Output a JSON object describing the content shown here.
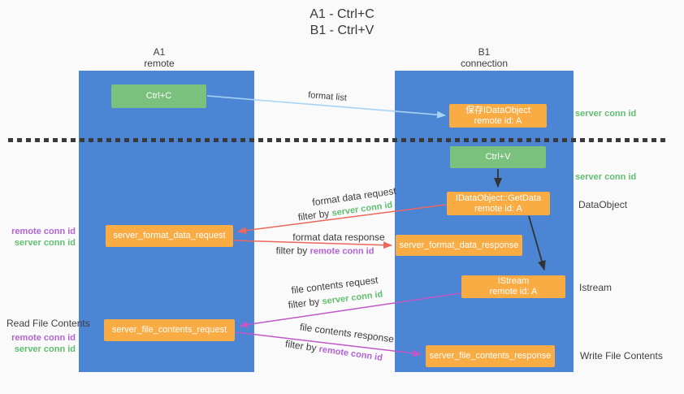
{
  "title": {
    "line1": "A1 - Ctrl+C",
    "line2": "B1 - Ctrl+V"
  },
  "lanes": {
    "a1": {
      "name": "A1",
      "role": "remote"
    },
    "b1": {
      "name": "B1",
      "role": "connection"
    }
  },
  "nodes": {
    "ctrl_c": {
      "label": "Ctrl+C"
    },
    "save_idataobject": {
      "line1": "保存IDataObject",
      "line2": "remote id: A"
    },
    "ctrl_v": {
      "label": "Ctrl+V"
    },
    "getdata": {
      "line1": "IDataObject::GetData",
      "line2": "remote id: A"
    },
    "format_request": {
      "label": "server_format_data_request"
    },
    "format_response": {
      "label": "server_format_data_response"
    },
    "istream": {
      "line1": "IStream",
      "line2": "remote id: A"
    },
    "file_request": {
      "label": "server_file_contents_request"
    },
    "file_response": {
      "label": "server_file_contents_response"
    }
  },
  "flow_labels": {
    "format_list": "format list",
    "format_data_request": "format data request",
    "format_data_response": "format data response",
    "file_contents_request": "file contents request",
    "file_contents_response": "file contents response",
    "filter_by": "filter by",
    "server_conn_id": "server conn id",
    "remote_conn_id": "remote conn id"
  },
  "side_labels": {
    "server_conn_id_top": "server conn id",
    "server_conn_id_mid": "server conn id",
    "dataobject": "DataObject",
    "istream": "Istream",
    "write_file_contents": "Write File Contents",
    "read_file_contents": "Read File Contents",
    "remote_conn_id": "remote conn id",
    "server_conn_id": "server conn id"
  },
  "colors": {
    "lane_blue": "#4b85d4",
    "node_green": "#79c17d",
    "node_orange": "#f9ab44",
    "arrow_salmon": "#ec685c",
    "arrow_magenta": "#c158c6",
    "arrow_lightblue": "#a8d4f4",
    "arrow_black": "#333333",
    "text_green": "#61be70",
    "text_purple": "#b263d6",
    "text_dark": "#3c3c3c",
    "background": "#fafafa"
  }
}
